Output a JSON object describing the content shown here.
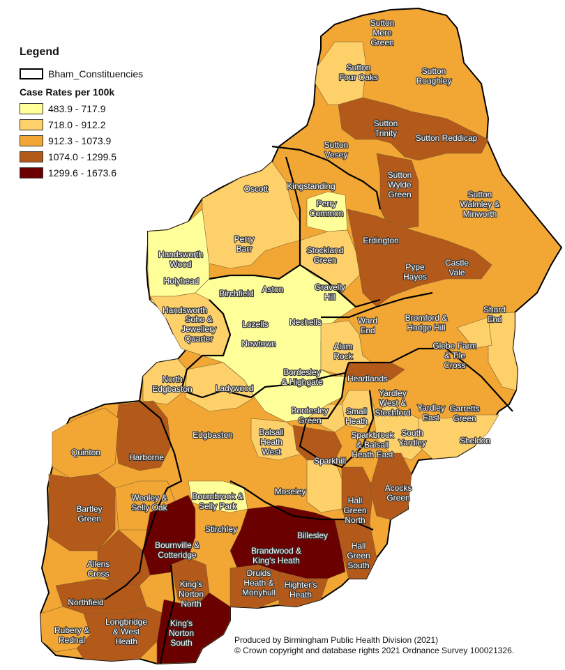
{
  "legend": {
    "title": "Legend",
    "boundary_label": "Bham_Constituencies",
    "subtitle": "Case Rates per 100k",
    "classes": [
      {
        "label": "483.9 - 717.9",
        "color": "#ffff99"
      },
      {
        "label": "718.0 - 912.2",
        "color": "#fdd06a"
      },
      {
        "label": "912.3 - 1073.9",
        "color": "#f2a735"
      },
      {
        "label": "1074.0 - 1299.5",
        "color": "#b35a1b"
      },
      {
        "label": "1299.6 - 1673.6",
        "color": "#6b0000"
      }
    ]
  },
  "credit": {
    "line1": "Produced by Birmingham Public Health Division (2021)",
    "line2": "© Crown copyright and database rights 2021 Ordnance Survey 100021326."
  },
  "wards": [
    {
      "lines": [
        "Sutton",
        "Mere",
        "Green"
      ],
      "class": 2
    },
    {
      "lines": [
        "Sutton",
        "Four Oaks"
      ],
      "class": 1
    },
    {
      "lines": [
        "Sutton",
        "Roughley"
      ],
      "class": 2
    },
    {
      "lines": [
        "Sutton",
        "Trinity"
      ],
      "class": 3
    },
    {
      "lines": [
        "Sutton Reddicap"
      ],
      "class": 3
    },
    {
      "lines": [
        "Sutton",
        "Vesey"
      ],
      "class": 2
    },
    {
      "lines": [
        "Sutton",
        "Wylde",
        "Green"
      ],
      "class": 3
    },
    {
      "lines": [
        "Sutton",
        "Walmley &",
        "Minworth"
      ],
      "class": 2
    },
    {
      "lines": [
        "Oscott"
      ],
      "class": 2
    },
    {
      "lines": [
        "Kingstanding"
      ],
      "class": 2
    },
    {
      "lines": [
        "Perry",
        "Common"
      ],
      "class": 0
    },
    {
      "lines": [
        "Perry",
        "Barr"
      ],
      "class": 1
    },
    {
      "lines": [
        "Handsworth",
        "Wood"
      ],
      "class": 0
    },
    {
      "lines": [
        "Holyhead"
      ],
      "class": 0
    },
    {
      "lines": [
        "Stockland",
        "Green"
      ],
      "class": 1
    },
    {
      "lines": [
        "Erdington"
      ],
      "class": 3
    },
    {
      "lines": [
        "Pype",
        "Hayes"
      ],
      "class": 3
    },
    {
      "lines": [
        "Castle",
        "Vale"
      ],
      "class": 3
    },
    {
      "lines": [
        "Birchfield"
      ],
      "class": 1
    },
    {
      "lines": [
        "Aston"
      ],
      "class": 0
    },
    {
      "lines": [
        "Gravelly",
        "Hill"
      ],
      "class": 1
    },
    {
      "lines": [
        "Handsworth"
      ],
      "class": 1
    },
    {
      "lines": [
        "Lozells"
      ],
      "class": 0
    },
    {
      "lines": [
        "Nechells"
      ],
      "class": 0
    },
    {
      "lines": [
        "Soho &",
        "Jewellery",
        "Quarter"
      ],
      "class": 1
    },
    {
      "lines": [
        "Newtown"
      ],
      "class": 0
    },
    {
      "lines": [
        "Ward",
        "End"
      ],
      "class": 2
    },
    {
      "lines": [
        "Bromford &",
        "Hodge Hill"
      ],
      "class": 2
    },
    {
      "lines": [
        "Shard",
        "End"
      ],
      "class": 2
    },
    {
      "lines": [
        "Alum",
        "Rock"
      ],
      "class": 1
    },
    {
      "lines": [
        "Glebe Farm",
        "& Tile",
        "Cross"
      ],
      "class": 2
    },
    {
      "lines": [
        "Bordesley",
        "& Highgate"
      ],
      "class": 0
    },
    {
      "lines": [
        "North",
        "Edgbaston"
      ],
      "class": 1
    },
    {
      "lines": [
        "Ladywood"
      ],
      "class": 1
    },
    {
      "lines": [
        "Heartlands"
      ],
      "class": 3
    },
    {
      "lines": [
        "Yardley",
        "West &",
        "Stechford"
      ],
      "class": 2
    },
    {
      "lines": [
        "Yardley",
        "East"
      ],
      "class": 2
    },
    {
      "lines": [
        "Garretts",
        "Green"
      ],
      "class": 2
    },
    {
      "lines": [
        "Bordesley",
        "Green"
      ],
      "class": 1
    },
    {
      "lines": [
        "Small",
        "Heath"
      ],
      "class": 2
    },
    {
      "lines": [
        "Quinton"
      ],
      "class": 2
    },
    {
      "lines": [
        "Harborne"
      ],
      "class": 3
    },
    {
      "lines": [
        "Edgbaston"
      ],
      "class": 2
    },
    {
      "lines": [
        "Balsall",
        "Heath",
        "West"
      ],
      "class": 1
    },
    {
      "lines": [
        "Sparkbrook",
        "& Balsall",
        "Heath East"
      ],
      "class": 3
    },
    {
      "lines": [
        "South",
        "Yardley"
      ],
      "class": 1
    },
    {
      "lines": [
        "Sheldon"
      ],
      "class": 1
    },
    {
      "lines": [
        "Sparkhill"
      ],
      "class": 1
    },
    {
      "lines": [
        "Bartley",
        "Green"
      ],
      "class": 3
    },
    {
      "lines": [
        "Weoley &",
        "Selly Oak"
      ],
      "class": 2
    },
    {
      "lines": [
        "Bournbrook &",
        "Selly Park"
      ],
      "class": 0
    },
    {
      "lines": [
        "Moseley"
      ],
      "class": 2
    },
    {
      "lines": [
        "Hall",
        "Green",
        "North"
      ],
      "class": 3
    },
    {
      "lines": [
        "Acocks",
        "Green"
      ],
      "class": 3
    },
    {
      "lines": [
        "Stirchley"
      ],
      "class": 2
    },
    {
      "lines": [
        "Billesley"
      ],
      "class": 4
    },
    {
      "lines": [
        "Bournville &",
        "Cotteridge"
      ],
      "class": 4
    },
    {
      "lines": [
        "Brandwood &",
        "King's Heath"
      ],
      "class": 4
    },
    {
      "lines": [
        "Hall",
        "Green",
        "South"
      ],
      "class": 3
    },
    {
      "lines": [
        "Allens",
        "Cross"
      ],
      "class": 3
    },
    {
      "lines": [
        "King's",
        "Norton",
        "North"
      ],
      "class": 3
    },
    {
      "lines": [
        "Druids",
        "Heath &",
        "Monyhull"
      ],
      "class": 3
    },
    {
      "lines": [
        "Highter's",
        "Heath"
      ],
      "class": 3
    },
    {
      "lines": [
        "Northfield"
      ],
      "class": 3
    },
    {
      "lines": [
        "Rubery &",
        "Rednal"
      ],
      "class": 2
    },
    {
      "lines": [
        "Longbridge",
        "& West",
        "Heath"
      ],
      "class": 3
    },
    {
      "lines": [
        "King's",
        "Norton",
        "South"
      ],
      "class": 4
    }
  ]
}
